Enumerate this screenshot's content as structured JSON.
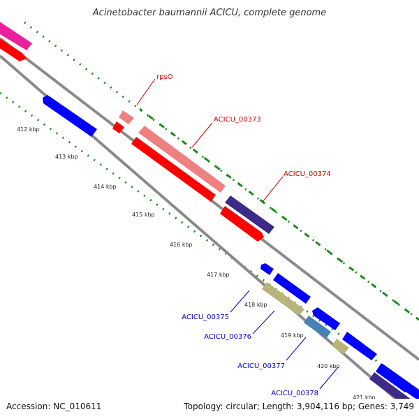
{
  "title": "Acinetobacter baumannii ACICU, complete genome",
  "ticks": [
    "412 kbp",
    "413 kbp",
    "414 kbp",
    "415 kbp",
    "416 kbp",
    "417 kbp",
    "418 kbp",
    "419 kbp",
    "420 kbp",
    "421 kbp"
  ],
  "gene_labels": [
    {
      "text": "rpsO",
      "color": "#cc0000"
    },
    {
      "text": "ACICU_00373",
      "color": "#cc0000"
    },
    {
      "text": "ACICU_00374",
      "color": "#cc0000"
    },
    {
      "text": "ACICU_00375",
      "color": "#0000cc"
    },
    {
      "text": "ACICU_00376",
      "color": "#0000cc"
    },
    {
      "text": "ACICU_00377",
      "color": "#0000cc"
    },
    {
      "text": "ACICU_00378",
      "color": "#0000cc"
    }
  ],
  "footer": {
    "accession": "Accession: NC_010611",
    "summary": "Topology: circular; Length: 3,904,116 bp; Genes: 3,749"
  },
  "colors": {
    "backbone": "#8a8a8a",
    "tick_green": "#1e8a1e",
    "red": "#ff0000",
    "pink": "#ef8080",
    "magenta": "#ee1f9a",
    "blue": "#0000ff",
    "navy": "#3b2a86",
    "khaki": "#b8b47a",
    "steel": "#4682b4"
  }
}
